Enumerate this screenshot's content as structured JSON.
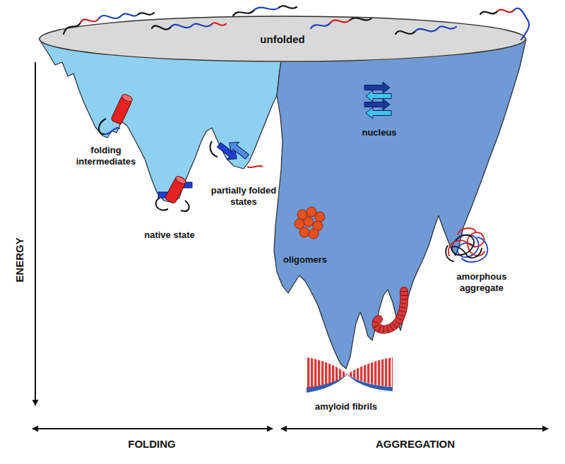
{
  "diagram": {
    "nodes": [
      {
        "text": [
          "unfolded"
        ]
      }
    ],
    "labels": [
      "folding intermediates",
      "native state",
      "partially folded states",
      "nucleus",
      "oligomers",
      "amorphous aggregate",
      "amyloid fibrils",
      "ENERGY",
      "FOLDING",
      "AGGREGATION"
    ]
  }
}
